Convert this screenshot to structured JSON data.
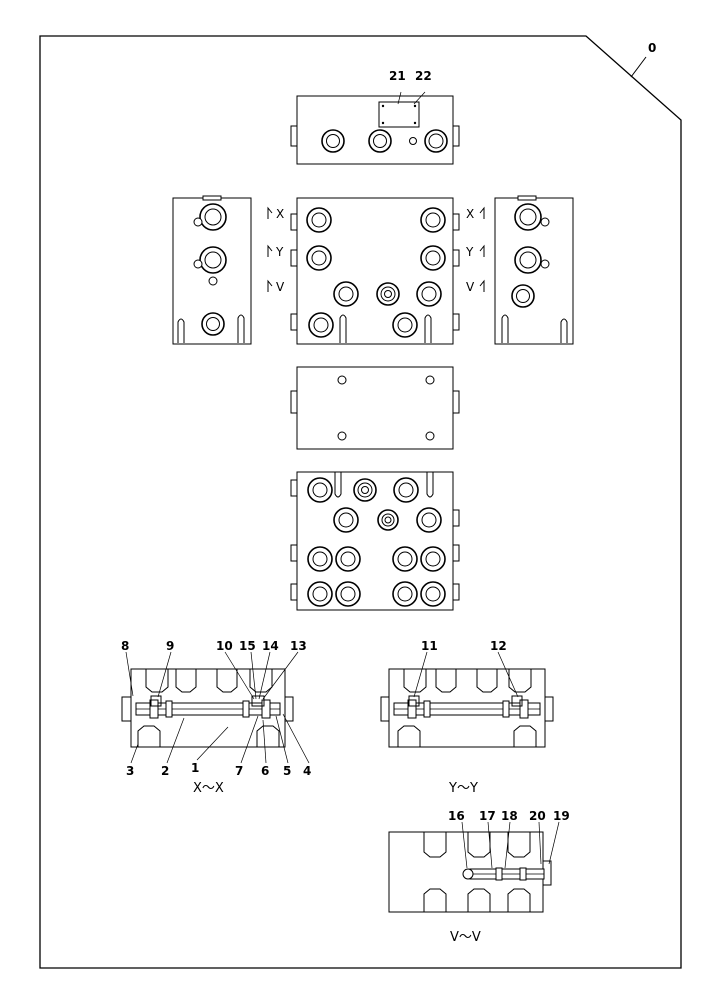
{
  "drawing_number": "0",
  "callouts": {
    "c1": "1",
    "c2": "2",
    "c3": "3",
    "c4": "4",
    "c5": "5",
    "c6": "6",
    "c7": "7",
    "c8": "8",
    "c9": "9",
    "c10": "10",
    "c11": "11",
    "c12": "12",
    "c13": "13",
    "c14": "14",
    "c15": "15",
    "c16": "16",
    "c17": "17",
    "c18": "18",
    "c19": "19",
    "c20": "20",
    "c21": "21",
    "c22": "22"
  },
  "section_marks": {
    "x": "X",
    "y": "Y",
    "v": "V"
  },
  "section_titles": {
    "xx": "X～X",
    "yy": "Y～Y",
    "vv": "V～V"
  }
}
